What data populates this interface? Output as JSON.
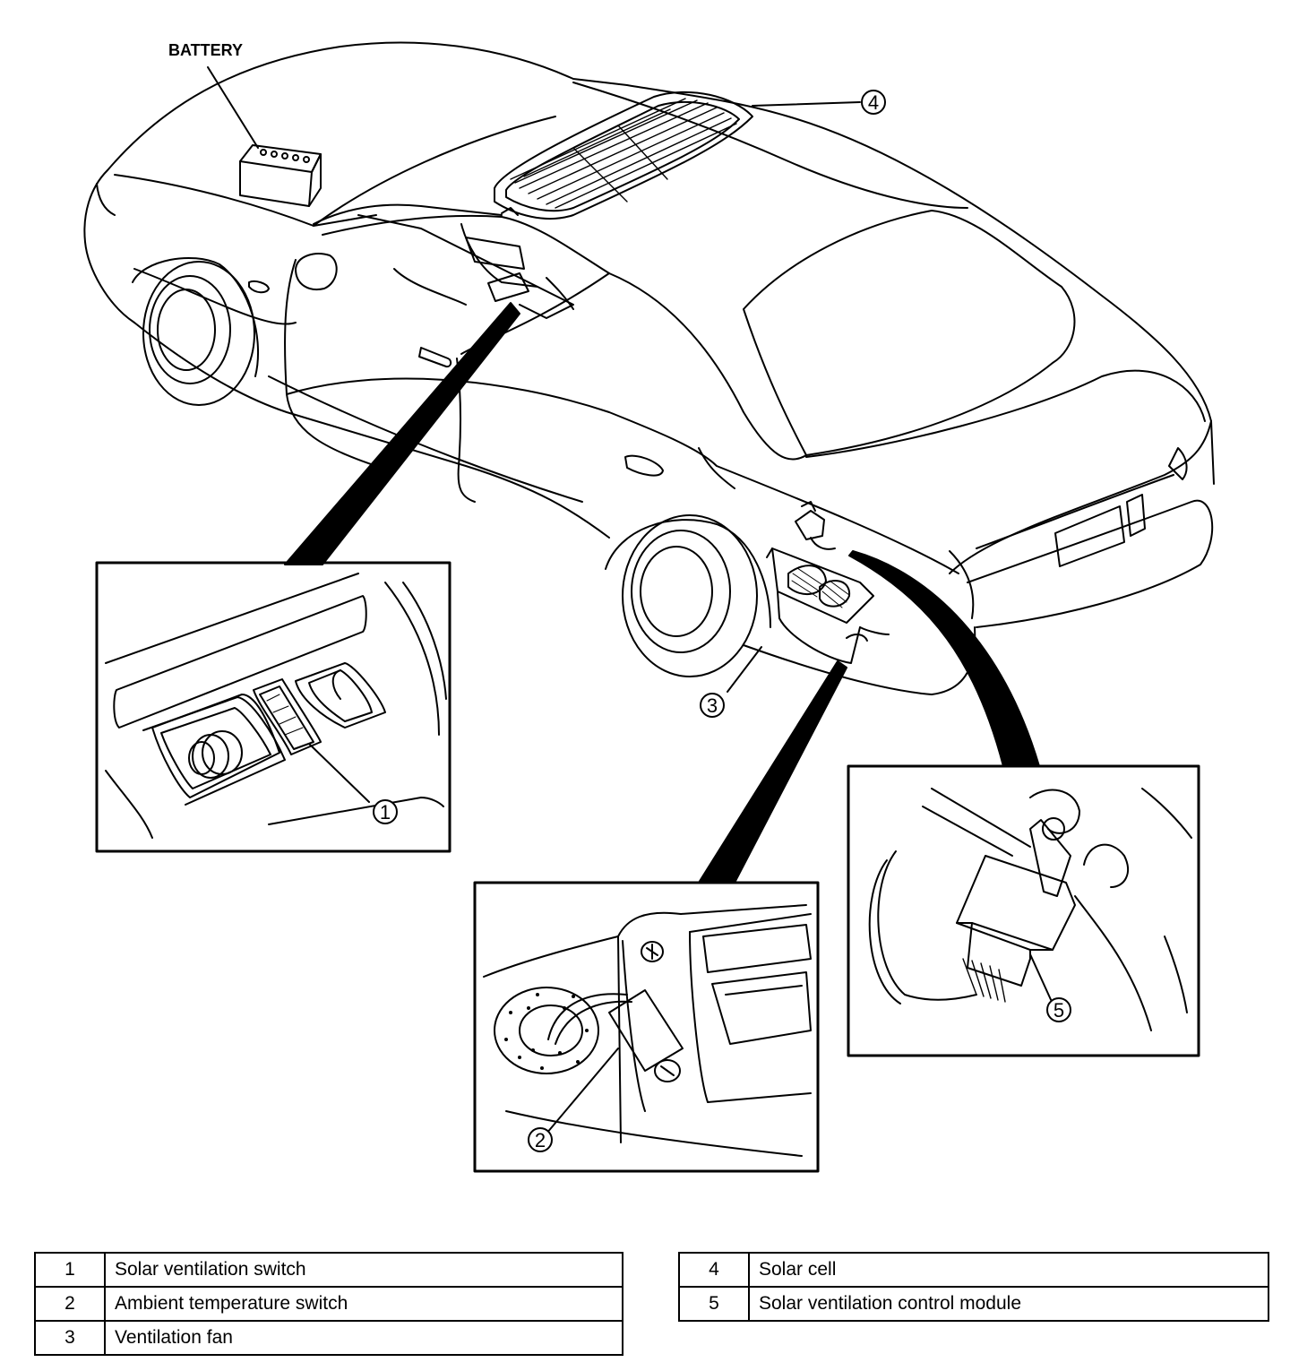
{
  "labels": {
    "battery": "BATTERY"
  },
  "callouts": [
    "1",
    "2",
    "3",
    "4",
    "5"
  ],
  "legend": {
    "left": [
      {
        "num": "1",
        "text": "Solar ventilation switch"
      },
      {
        "num": "2",
        "text": "Ambient temperature switch"
      },
      {
        "num": "3",
        "text": "Ventilation fan"
      }
    ],
    "right": [
      {
        "num": "4",
        "text": "Solar cell"
      },
      {
        "num": "5",
        "text": "Solar ventilation control module"
      }
    ]
  }
}
